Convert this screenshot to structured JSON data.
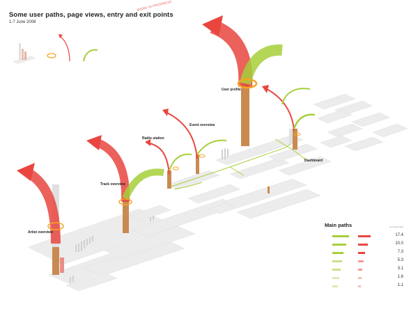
{
  "header": {
    "title": "Some user paths, page views, entry and exit points",
    "subtitle": "1-7 June 2008",
    "note": "",
    "wip": "WORK IN PROGRESS"
  },
  "colors": {
    "exit": "#e8463f",
    "entry": "#a6cf3a",
    "pageview": "#c98a52",
    "path": "#a6cf3a",
    "loop": "#f5a623",
    "platform": "#e6e6e6"
  },
  "nodes": [
    {
      "id": "artist",
      "label": "Artist overview"
    },
    {
      "id": "track",
      "label": "Track overview"
    },
    {
      "id": "radio",
      "label": "Radio station"
    },
    {
      "id": "event",
      "label": "Event overview"
    },
    {
      "id": "user",
      "label": "User profile"
    },
    {
      "id": "dashboard",
      "label": "Dashboard"
    }
  ],
  "main_paths": {
    "title": "Main paths",
    "subtitle": "% of total visits",
    "rows": [
      {
        "value": "17.4"
      },
      {
        "value": "10.0"
      },
      {
        "value": "7.3"
      },
      {
        "value": "5.3"
      },
      {
        "value": "3.1"
      },
      {
        "value": "1.6"
      },
      {
        "value": "1.1"
      }
    ]
  }
}
